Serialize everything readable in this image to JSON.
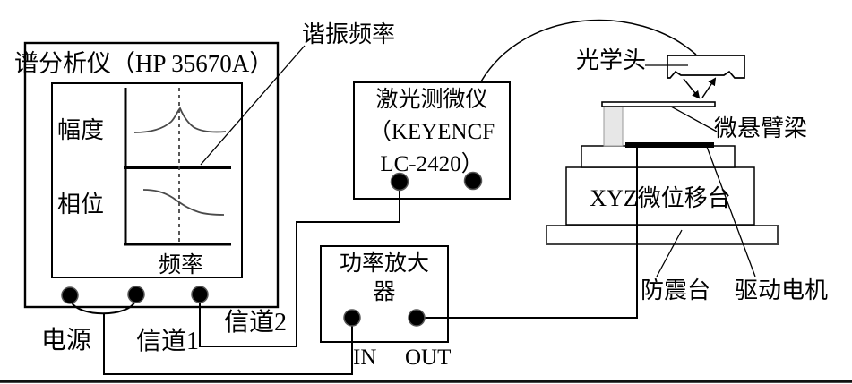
{
  "diagram": {
    "spectrum_analyzer": {
      "title": "谱分析仪（HP 35670A）",
      "screen": {
        "amplitude_label": "幅度",
        "phase_label": "相位",
        "frequency_label": "频率"
      },
      "ports": {
        "power": "电源",
        "channel1": "信道1",
        "channel2": "信道2"
      }
    },
    "resonance_label": "谐振频率",
    "laser_micrometer": {
      "line1": "激光测微仪",
      "line2": "（KEYENCF",
      "line3": "LC-2420）"
    },
    "power_amplifier": {
      "line1": "功率放大",
      "line2": "器",
      "in_label": "IN",
      "out_label": "OUT"
    },
    "stage": {
      "optical_head": "光学头",
      "cantilever": "微悬臂梁",
      "xyz_stage": "XYZ微位移台",
      "vibration_table": "防震台",
      "drive_motor": "驱动电机"
    },
    "colors": {
      "line": "#000000",
      "curve_gray": "#4a4a4a",
      "post_fill": "#e7e7e7"
    }
  }
}
